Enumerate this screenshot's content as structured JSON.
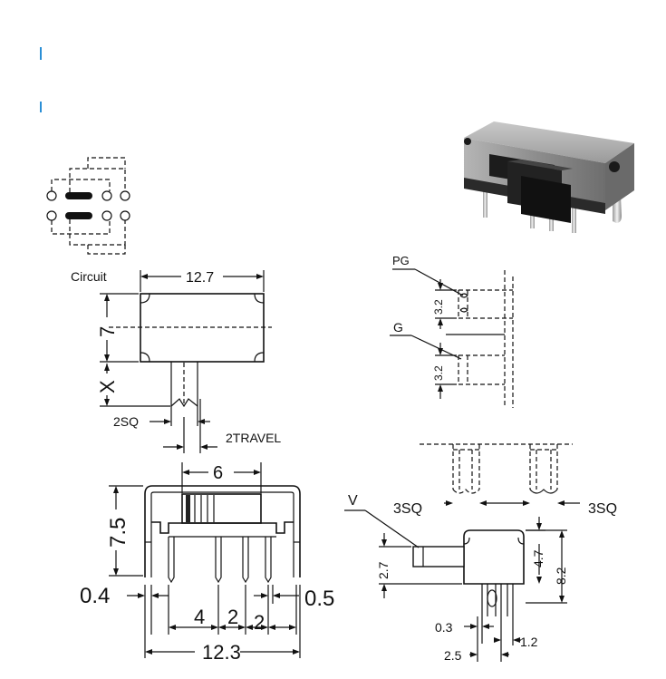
{
  "labels": {
    "circuit": "Circuit",
    "dim_127": "12.7",
    "dim_7": "7",
    "dim_x": "X",
    "dim_2sq": "2SQ",
    "dim_2travel": "2TRAVEL",
    "dim_6": "6",
    "dim_75": "7.5",
    "dim_04": "0.4",
    "dim_05": "0.5",
    "dim_4": "4",
    "dim_2a": "2",
    "dim_2b": "2",
    "dim_123": "12.3",
    "pg": "PG",
    "g": "G",
    "dim_32a": "3.2",
    "dim_32b": "3.2",
    "v": "V",
    "sq3_left": "3SQ",
    "sq3_right": "3SQ",
    "dim_27": "2.7",
    "dim_47": "4.7",
    "dim_82": "8.2",
    "dim_03": "0.3",
    "dim_12": "1.2",
    "dim_25": "2.5"
  },
  "colors": {
    "line": "#111111",
    "accent_mark": "#2b8fd6",
    "photo_body": "#8c8c8c",
    "photo_dark": "#1c1c1c"
  }
}
